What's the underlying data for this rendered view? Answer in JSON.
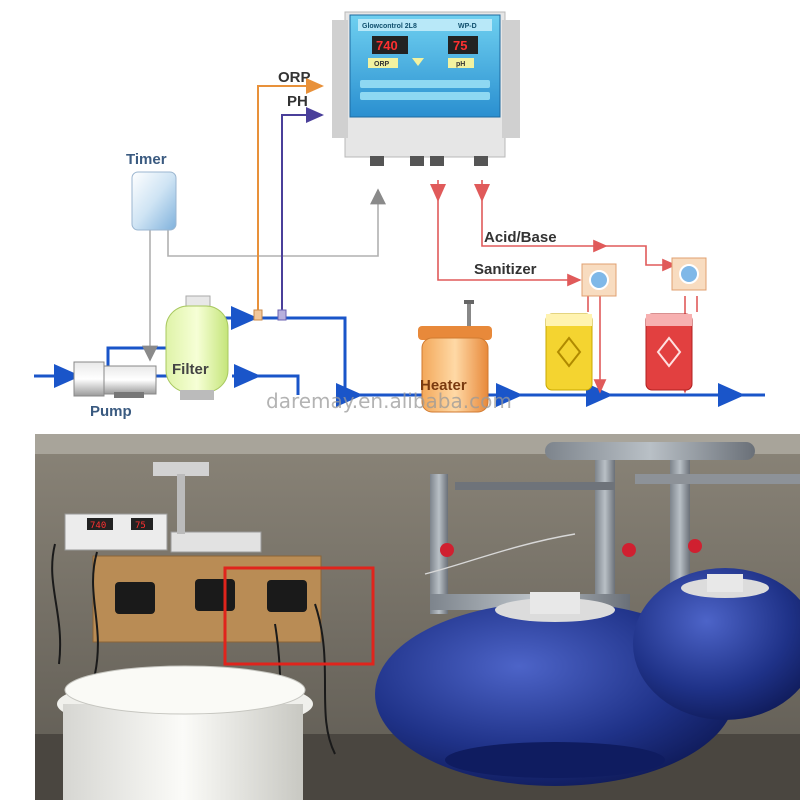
{
  "diagram": {
    "controller": {
      "brand": "Glowcontrol 2L8",
      "model_tag": "WP-D",
      "orp_display": "740",
      "ph_display": "75",
      "orp_button": "ORP",
      "ph_button": "pH"
    },
    "labels": {
      "orp": "ORP",
      "ph": "PH",
      "timer": "Timer",
      "acid_base": "Acid/Base",
      "sanitizer": "Sanitizer",
      "filter": "Filter",
      "pump": "Pump",
      "heater": "Heater"
    },
    "watermark": "daremay.en.alibaba.com",
    "colors": {
      "main_pipe": "#1a55c9",
      "orp_line": "#e8913a",
      "ph_line": "#4a3f9a",
      "dosing_line": "#e05a5a",
      "timer_line": "#9a9a9a"
    }
  },
  "photo": {
    "controller_display_left": "740",
    "controller_display_right": "75",
    "highlight_color": "#e0241c"
  }
}
